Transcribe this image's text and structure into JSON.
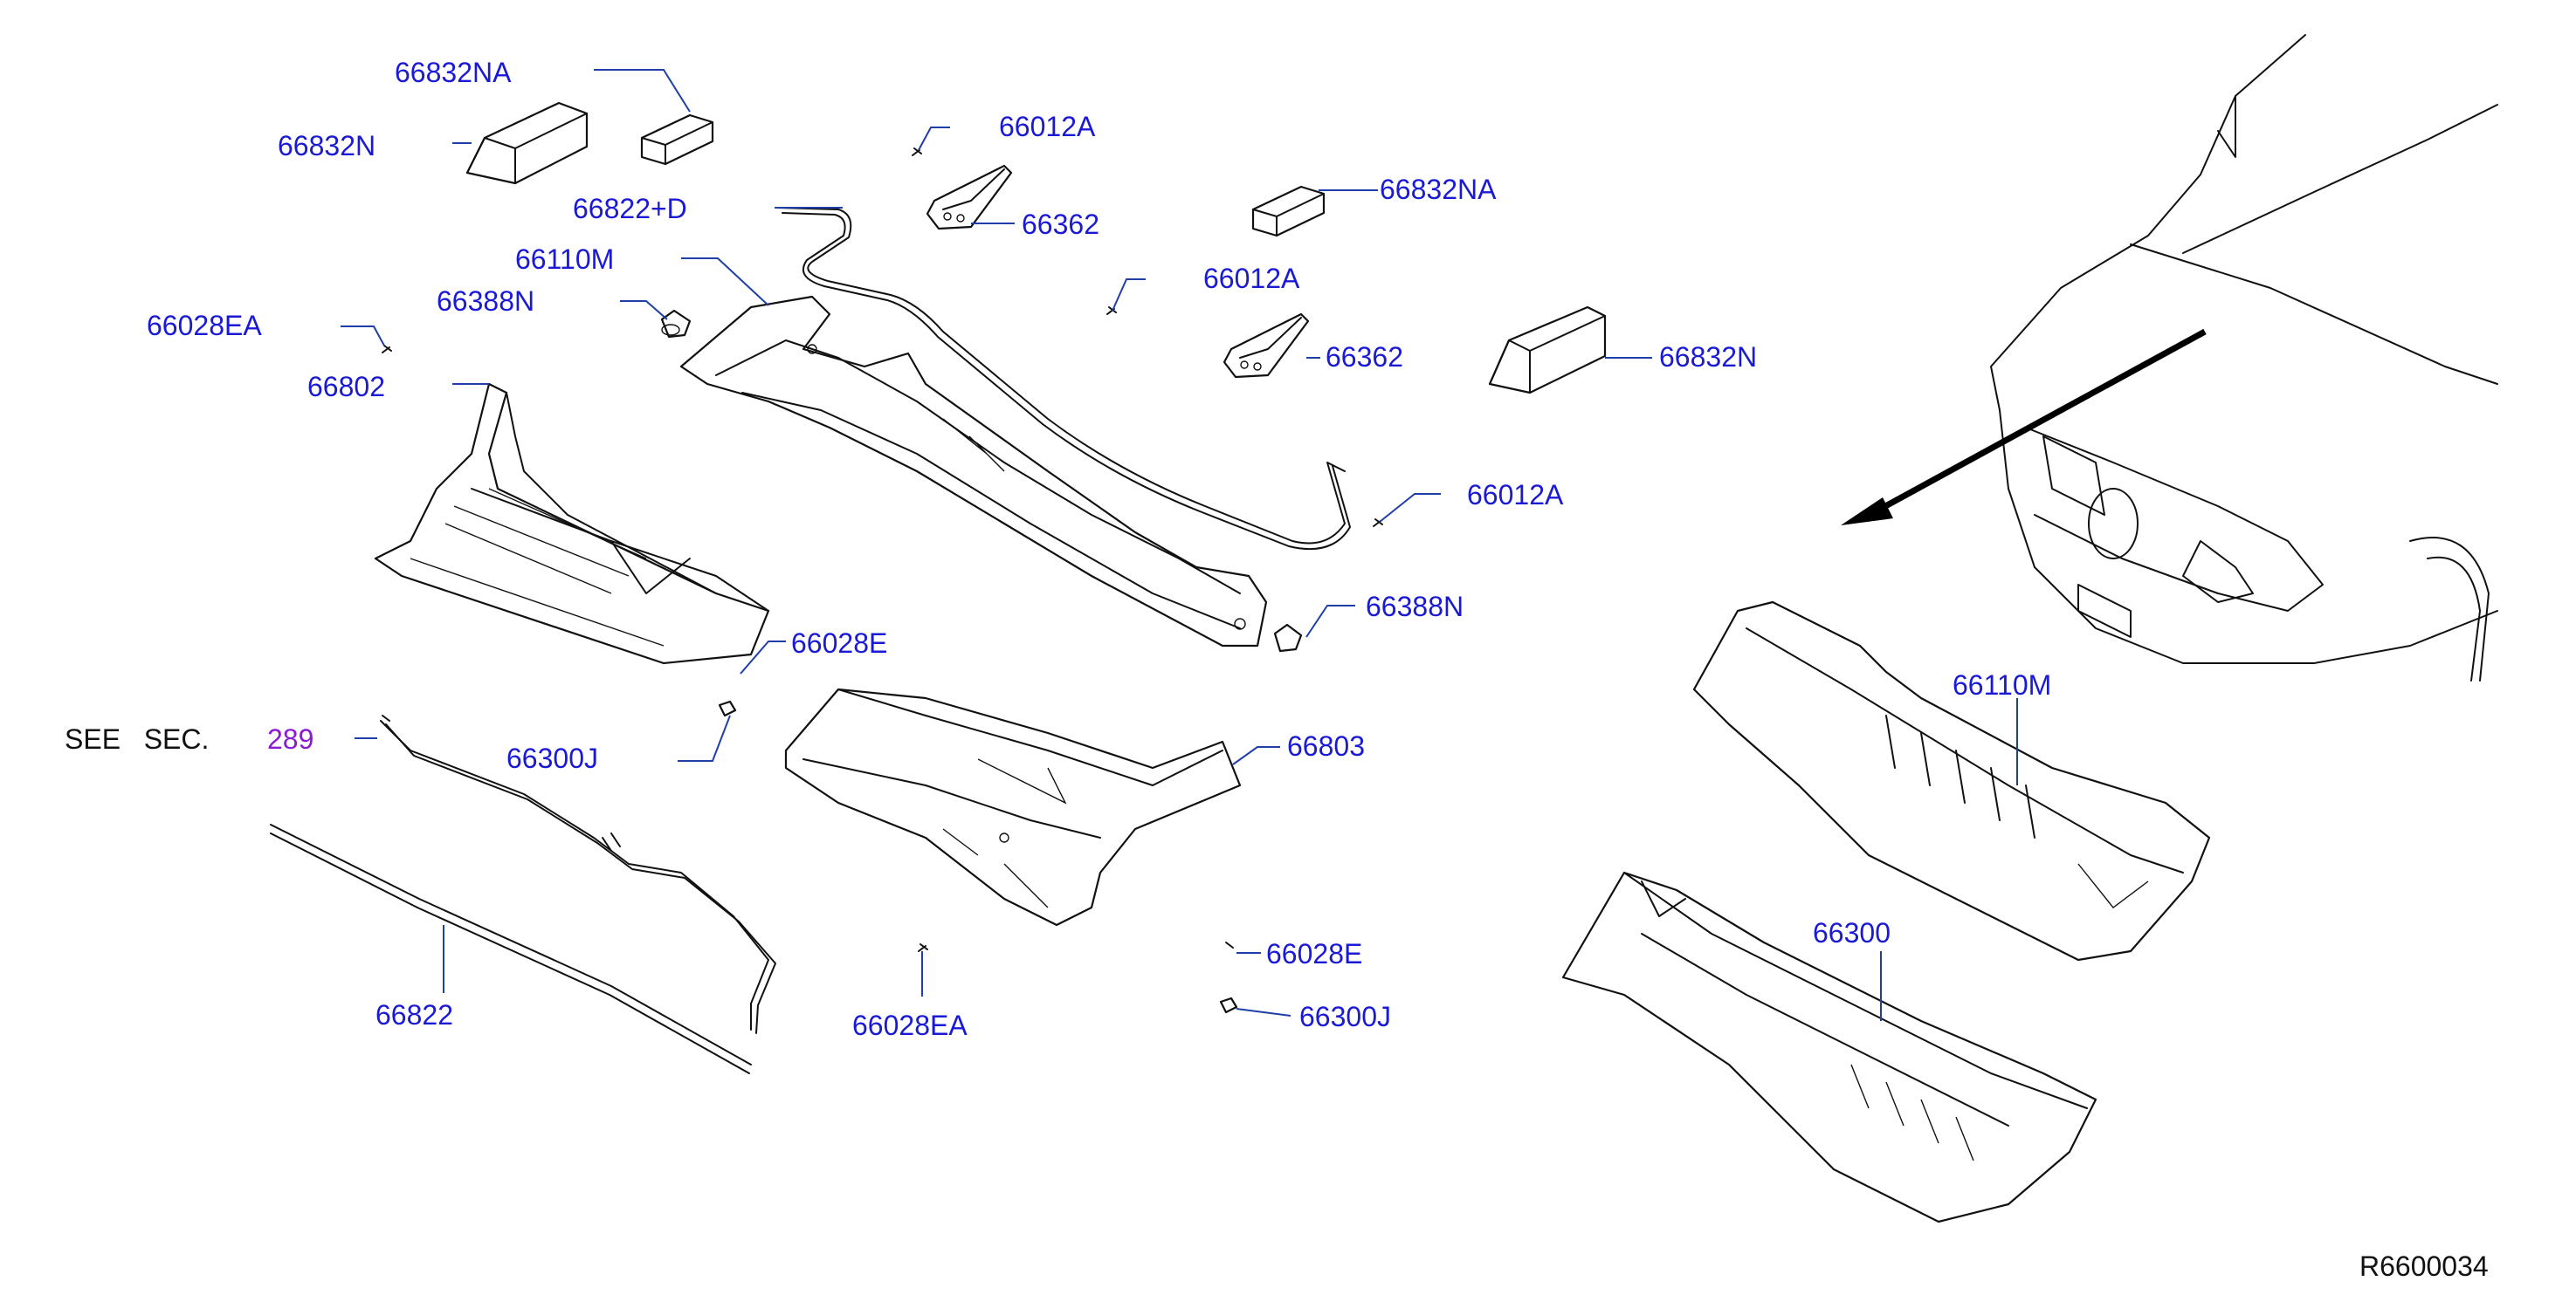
{
  "diagram": {
    "see_sec_text": "SEE   SEC.",
    "see_sec_number": "289",
    "drawing_id": "R6600034",
    "colors": {
      "label": "#1a1ad6",
      "leader": "#1f3fa8",
      "link": "#8a1ad6",
      "line": "#111111"
    },
    "labels": {
      "l_66832NA_top": "66832NA",
      "l_66832N_left": "66832N",
      "l_66822D": "66822+D",
      "l_66110M": "66110M",
      "l_66388N_top": "66388N",
      "l_66028EA_top": "66028EA",
      "l_66802": "66802",
      "l_66012A_1": "66012A",
      "l_66362_1": "66362",
      "l_66832NA_right": "66832NA",
      "l_66012A_2": "66012A",
      "l_66362_2": "66362",
      "l_66832N_right": "66832N",
      "l_66012A_3": "66012A",
      "l_66388N_bottom": "66388N",
      "l_66028E_top": "66028E",
      "l_66300J_left": "66300J",
      "l_66803": "66803",
      "l_66822": "66822",
      "l_66028EA_bottom": "66028EA",
      "l_66028E_bottom": "66028E",
      "l_66300J_bottom": "66300J",
      "l_66110M_right": "66110M",
      "l_66300": "66300"
    }
  }
}
